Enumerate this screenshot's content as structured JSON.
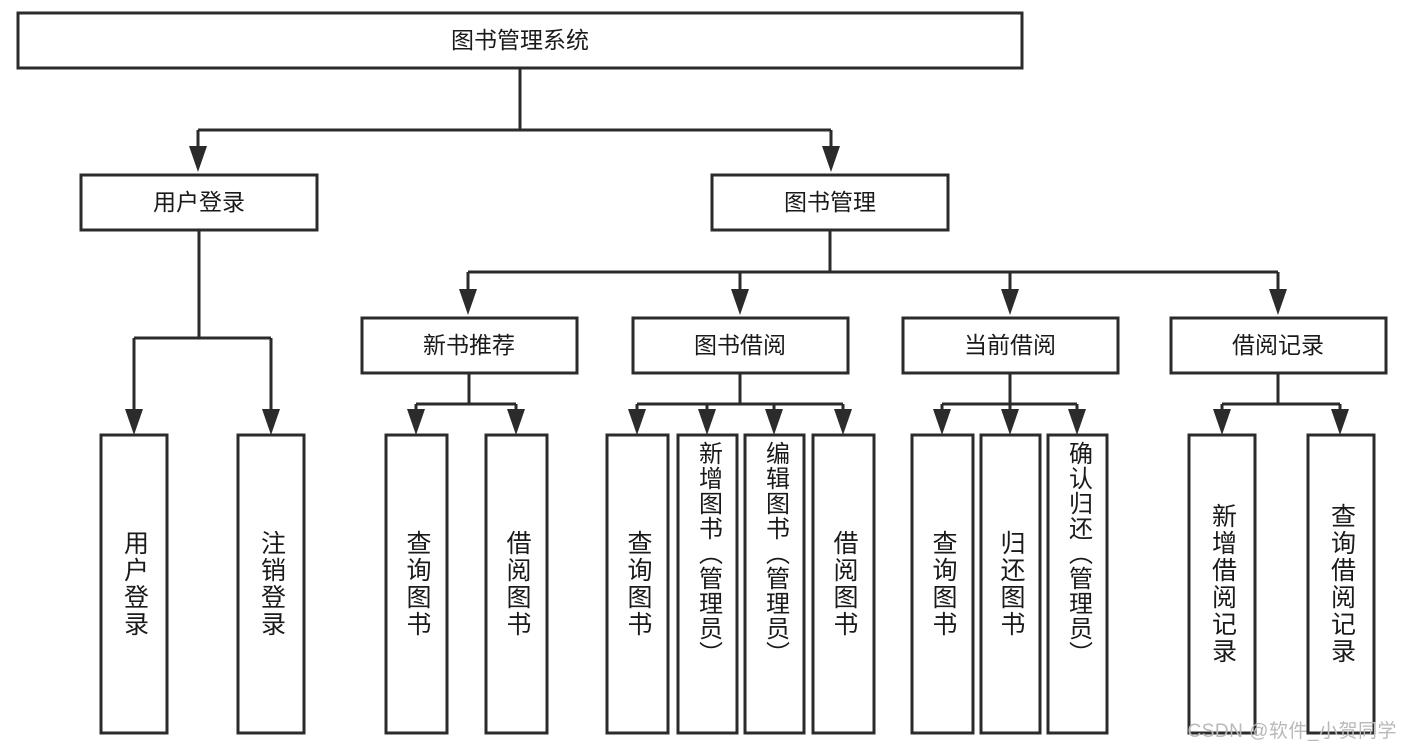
{
  "diagram": {
    "type": "hierarchy-tree",
    "title": "图书管理系统",
    "watermark": "CSDN @软件_小贺同学",
    "root": {
      "id": "root",
      "label": "图书管理系统",
      "orientation": "horizontal"
    },
    "level2": [
      {
        "id": "user-login",
        "label": "用户登录",
        "orientation": "horizontal"
      },
      {
        "id": "book-manage",
        "label": "图书管理",
        "orientation": "horizontal"
      }
    ],
    "level3": [
      {
        "id": "new-book-recommend",
        "label": "新书推荐",
        "orientation": "horizontal",
        "parent": "book-manage"
      },
      {
        "id": "book-borrow",
        "label": "图书借阅",
        "orientation": "horizontal",
        "parent": "book-manage"
      },
      {
        "id": "current-borrow",
        "label": "当前借阅",
        "orientation": "horizontal",
        "parent": "book-manage"
      },
      {
        "id": "borrow-record",
        "label": "借阅记录",
        "orientation": "horizontal",
        "parent": "book-manage"
      }
    ],
    "leaves": [
      {
        "id": "leaf-user-login",
        "label": "用户登录",
        "parent": "user-login",
        "orientation": "vertical"
      },
      {
        "id": "leaf-logout",
        "label": "注销登录",
        "parent": "user-login",
        "orientation": "vertical"
      },
      {
        "id": "leaf-query-book-1",
        "label": "查询图书",
        "parent": "new-book-recommend",
        "orientation": "vertical"
      },
      {
        "id": "leaf-borrow-book-1",
        "label": "借阅图书",
        "parent": "new-book-recommend",
        "orientation": "vertical"
      },
      {
        "id": "leaf-query-book-2",
        "label": "查询图书",
        "parent": "book-borrow",
        "orientation": "vertical"
      },
      {
        "id": "leaf-add-book",
        "label": "新增图书（管理员）",
        "parent": "book-borrow",
        "orientation": "vertical"
      },
      {
        "id": "leaf-edit-book",
        "label": "编辑图书（管理员）",
        "parent": "book-borrow",
        "orientation": "vertical"
      },
      {
        "id": "leaf-borrow-book-2",
        "label": "借阅图书",
        "parent": "book-borrow",
        "orientation": "vertical"
      },
      {
        "id": "leaf-query-book-3",
        "label": "查询图书",
        "parent": "current-borrow",
        "orientation": "vertical"
      },
      {
        "id": "leaf-return-book",
        "label": "归还图书",
        "parent": "current-borrow",
        "orientation": "vertical"
      },
      {
        "id": "leaf-confirm-return",
        "label": "确认归还（管理员）",
        "parent": "current-borrow",
        "orientation": "vertical"
      },
      {
        "id": "leaf-add-record",
        "label": "新增借阅记录",
        "parent": "borrow-record",
        "orientation": "vertical"
      },
      {
        "id": "leaf-query-record",
        "label": "查询借阅记录",
        "parent": "borrow-record",
        "orientation": "vertical"
      }
    ],
    "colors": {
      "stroke": "#2b2b2b",
      "fill": "#ffffff",
      "text": "#1a1a1a",
      "watermark": "#b9b9b9",
      "background": "#ffffff"
    }
  }
}
